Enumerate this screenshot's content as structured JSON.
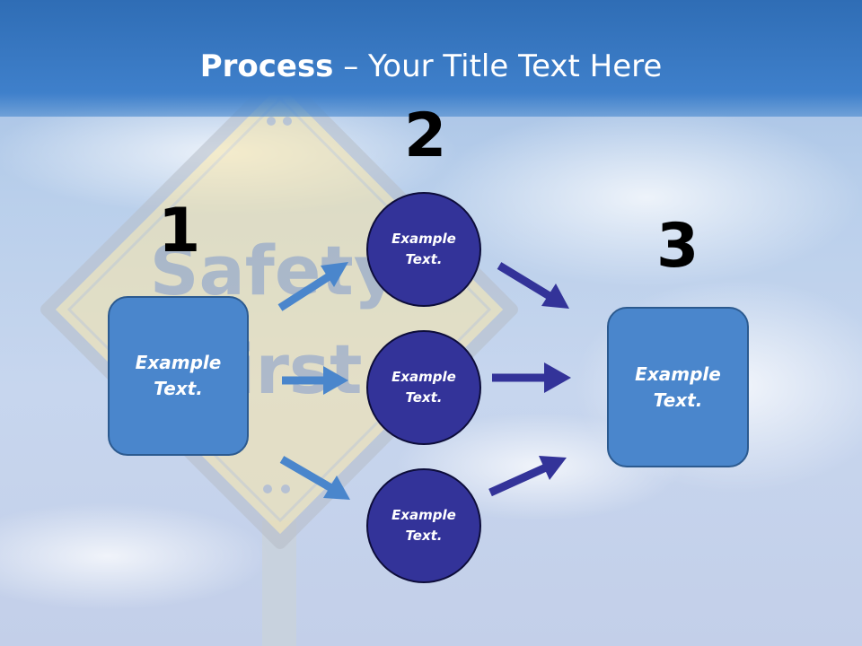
{
  "title": {
    "bold": "Process",
    "rest": " – Your Title Text Here"
  },
  "background": {
    "sign_text_1": "Safety",
    "sign_text_2": "First"
  },
  "steps": [
    {
      "number": "1",
      "label": "Example Text."
    },
    {
      "number": "2",
      "circles": [
        "Example Text.",
        "Example Text.",
        "Example Text."
      ]
    },
    {
      "number": "3",
      "label": "Example Text."
    }
  ],
  "colors": {
    "title_band": "#3a78c2",
    "box": "#4a86cc",
    "circle": "#333399",
    "arrow_light": "#4a86cc",
    "arrow_dark": "#333399"
  }
}
